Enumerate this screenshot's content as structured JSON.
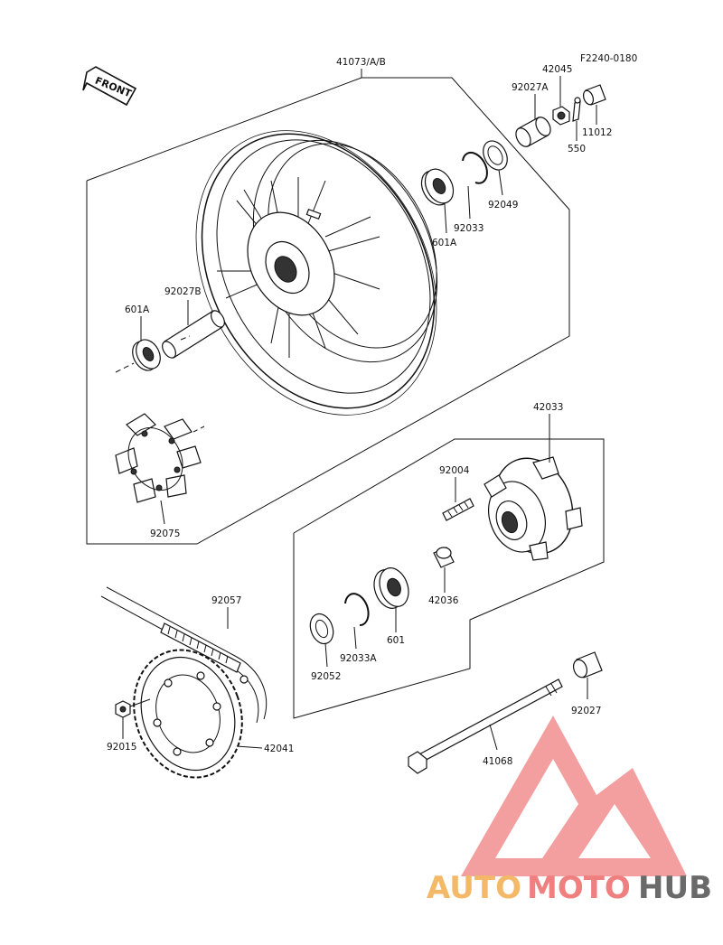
{
  "diagram": {
    "ref_code": "F2240-0180",
    "front_label": "FRONT",
    "parts": [
      {
        "id": "p41073",
        "label": "41073/A/B"
      },
      {
        "id": "p42045",
        "label": "42045"
      },
      {
        "id": "p92027A",
        "label": "92027A"
      },
      {
        "id": "p11012",
        "label": "11012"
      },
      {
        "id": "p550",
        "label": "550"
      },
      {
        "id": "p92049",
        "label": "92049"
      },
      {
        "id": "p92033",
        "label": "92033"
      },
      {
        "id": "p601A_top",
        "label": "601A"
      },
      {
        "id": "p92027B",
        "label": "92027B"
      },
      {
        "id": "p601A_left",
        "label": "601A"
      },
      {
        "id": "p92075",
        "label": "92075"
      },
      {
        "id": "p42033",
        "label": "42033"
      },
      {
        "id": "p92004",
        "label": "92004"
      },
      {
        "id": "p42036",
        "label": "42036"
      },
      {
        "id": "p601",
        "label": "601"
      },
      {
        "id": "p92033A",
        "label": "92033A"
      },
      {
        "id": "p92052",
        "label": "92052"
      },
      {
        "id": "p92057",
        "label": "92057"
      },
      {
        "id": "p92015",
        "label": "92015"
      },
      {
        "id": "p42041",
        "label": "42041"
      },
      {
        "id": "p41068",
        "label": "41068"
      },
      {
        "id": "p92027",
        "label": "92027"
      }
    ]
  },
  "watermark": {
    "auto": "AUTO",
    "moto": "MOTO",
    "hub": "HUB",
    "colors": {
      "auto": "#f4b968",
      "moto": "#f07f7f",
      "hub": "#6a6a6a",
      "triangle": "#f07f7f"
    }
  }
}
